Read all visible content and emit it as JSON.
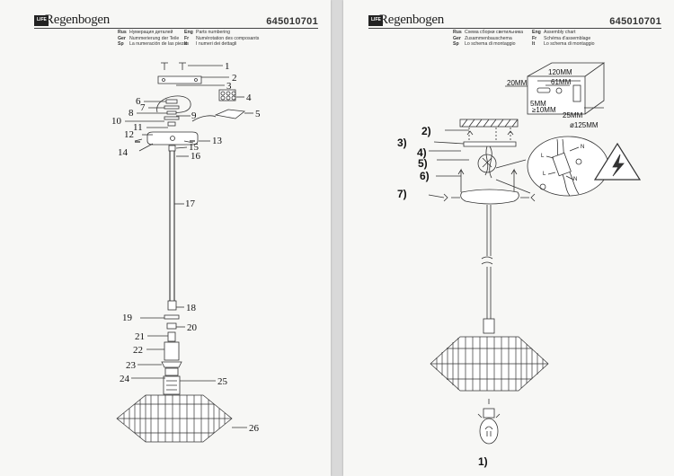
{
  "brand": {
    "name": "Regenbogen",
    "small": "LIFE"
  },
  "article_number": "645010701",
  "left_page": {
    "languages": [
      {
        "code": "Rus",
        "text": "Нумерация деталей"
      },
      {
        "code": "Ger",
        "text": "Nummerierung der Teile"
      },
      {
        "code": "Sp",
        "text": "La numeración de las piezas"
      },
      {
        "code": "Eng",
        "text": "Parts numbering"
      },
      {
        "code": "Fr",
        "text": "Numérotation des composants"
      },
      {
        "code": "It",
        "text": "I numeri dei dettagli"
      }
    ],
    "part_numbers": [
      "1",
      "2",
      "3",
      "4",
      "5",
      "6",
      "7",
      "8",
      "9",
      "10",
      "11",
      "12",
      "13",
      "14",
      "15",
      "16",
      "17",
      "18",
      "19",
      "20",
      "21",
      "22",
      "23",
      "24",
      "25",
      "26"
    ]
  },
  "right_page": {
    "languages": [
      {
        "code": "Rus",
        "text": "Схема сборки светильника"
      },
      {
        "code": "Ger",
        "text": "Zusammenbauschema"
      },
      {
        "code": "Sp",
        "text": "Lo schema di montaggio"
      },
      {
        "code": "Eng",
        "text": "Assembly chart"
      },
      {
        "code": "Fr",
        "text": "Schéma d'assemblage"
      },
      {
        "code": "It",
        "text": "Lo schema di montaggio"
      }
    ],
    "steps": [
      "2)",
      "3)",
      "4)",
      "5)",
      "6)",
      "7)",
      "1)"
    ],
    "dimensions": {
      "d120": "120MM",
      "d61": "61MM",
      "d20": "20MM",
      "d5": "5MM",
      "d10": "≥10MM",
      "d25": "25MM",
      "d125": "ø125MM"
    },
    "wire_labels": {
      "n1": "N",
      "l1": "L",
      "l2": "L",
      "n2": "N"
    }
  }
}
